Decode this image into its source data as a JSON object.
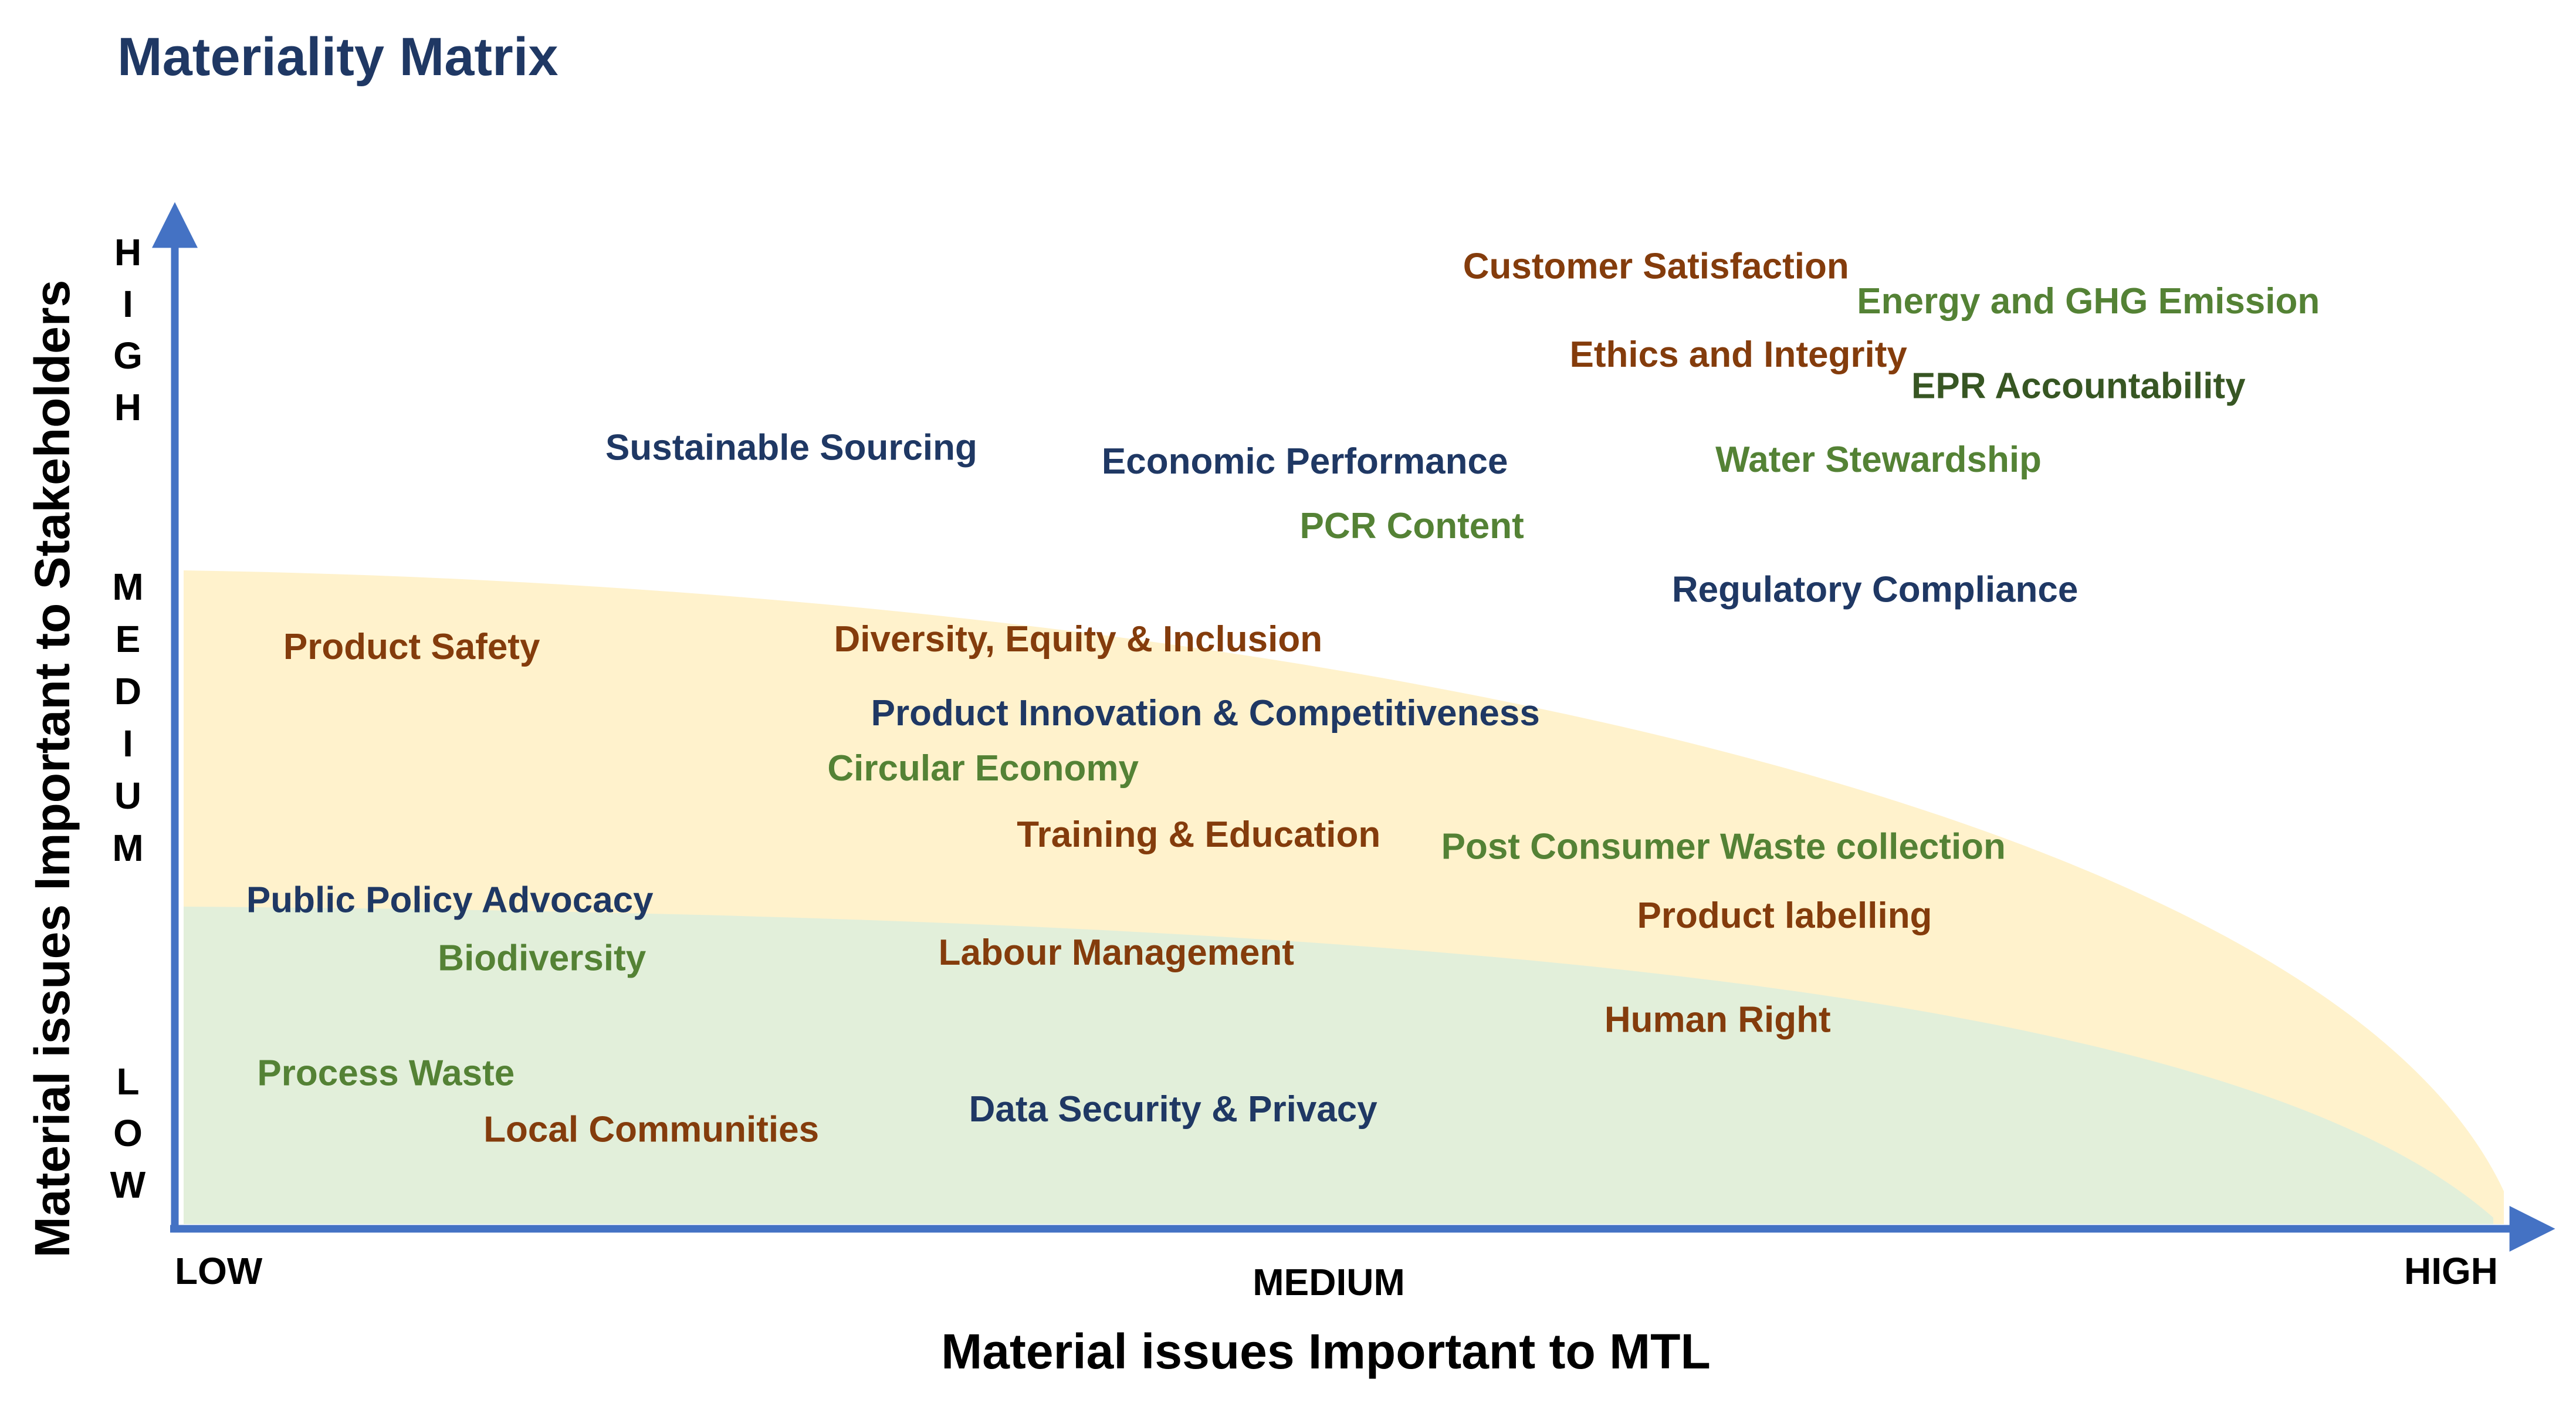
{
  "colors": {
    "title": "#1f3864",
    "axis": "#4472c4",
    "band_medium": "#fff2cc",
    "band_low": "#e2efda",
    "governance": "#1f3864",
    "social": "#843c0c",
    "environment": "#548235",
    "environment_dark": "#375623"
  },
  "chart_data": {
    "type": "scatter",
    "title": "Materiality Matrix",
    "xlabel": "Material issues Important to MTL",
    "ylabel": "Material issues Important to Stakeholders",
    "x_ticks": [
      "LOW",
      "MEDIUM",
      "HIGH"
    ],
    "y_levels": [
      "HIGH",
      "MEDIUM",
      "LOW"
    ],
    "xlim": [
      0,
      100
    ],
    "ylim": [
      0,
      100
    ],
    "grid": false,
    "legend": "none",
    "bands": [
      {
        "level": "MEDIUM",
        "color": "#fff2cc"
      },
      {
        "level": "LOW",
        "color": "#e2efda"
      }
    ],
    "points": [
      {
        "label": "Customer Satisfaction",
        "x": 59.4,
        "y": 97.3,
        "color": "#843c0c"
      },
      {
        "label": "Energy and GHG Emission",
        "x": 77.5,
        "y": 93.5,
        "color": "#548235"
      },
      {
        "label": "Ethics and Integrity",
        "x": 64.3,
        "y": 87.7,
        "color": "#843c0c"
      },
      {
        "label": "EPR Accountability",
        "x": 80.0,
        "y": 84.3,
        "color": "#375623"
      },
      {
        "label": "Sustainable Sourcing",
        "x": 20.0,
        "y": 77.6,
        "color": "#1f3864"
      },
      {
        "label": "Economic Performance",
        "x": 42.8,
        "y": 76.1,
        "color": "#1f3864"
      },
      {
        "label": "Water Stewardship",
        "x": 71.0,
        "y": 76.3,
        "color": "#548235"
      },
      {
        "label": "PCR Content",
        "x": 51.9,
        "y": 69.1,
        "color": "#548235"
      },
      {
        "label": "Regulatory Compliance",
        "x": 69.0,
        "y": 62.2,
        "color": "#1f3864"
      },
      {
        "label": "Product Safety",
        "x": 5.2,
        "y": 56.0,
        "color": "#843c0c"
      },
      {
        "label": "Diversity, Equity & Inclusion",
        "x": 30.5,
        "y": 56.8,
        "color": "#843c0c"
      },
      {
        "label": "Product Innovation & Competitiveness",
        "x": 32.2,
        "y": 48.8,
        "color": "#1f3864"
      },
      {
        "label": "Circular Economy",
        "x": 30.2,
        "y": 42.8,
        "color": "#548235"
      },
      {
        "label": "Training & Education",
        "x": 38.9,
        "y": 35.6,
        "color": "#843c0c"
      },
      {
        "label": "Post Consumer Waste collection",
        "x": 58.4,
        "y": 34.3,
        "color": "#548235"
      },
      {
        "label": "Public Policy Advocacy",
        "x": 3.5,
        "y": 28.5,
        "color": "#1f3864"
      },
      {
        "label": "Product labelling",
        "x": 67.4,
        "y": 26.8,
        "color": "#843c0c"
      },
      {
        "label": "Biodiversity",
        "x": 12.3,
        "y": 22.2,
        "color": "#548235"
      },
      {
        "label": "Labour Management",
        "x": 35.3,
        "y": 22.8,
        "color": "#843c0c"
      },
      {
        "label": "Human Right",
        "x": 65.9,
        "y": 15.5,
        "color": "#843c0c"
      },
      {
        "label": "Process Waste",
        "x": 4.0,
        "y": 9.7,
        "color": "#548235"
      },
      {
        "label": "Local Communities",
        "x": 14.4,
        "y": 3.6,
        "color": "#843c0c"
      },
      {
        "label": "Data Security & Privacy",
        "x": 36.7,
        "y": 5.8,
        "color": "#1f3864"
      }
    ]
  }
}
